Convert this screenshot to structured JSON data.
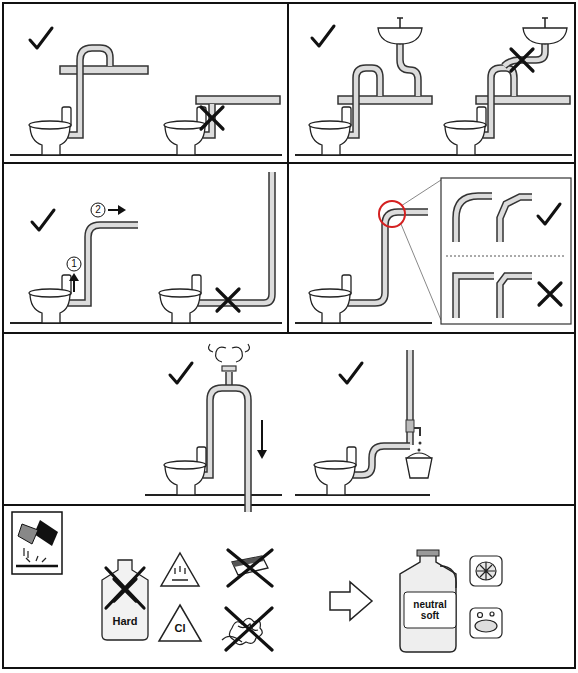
{
  "diagram": {
    "labels": [
      "1",
      "2",
      "Hard",
      "Cl",
      "neutral soft"
    ]
  }
}
